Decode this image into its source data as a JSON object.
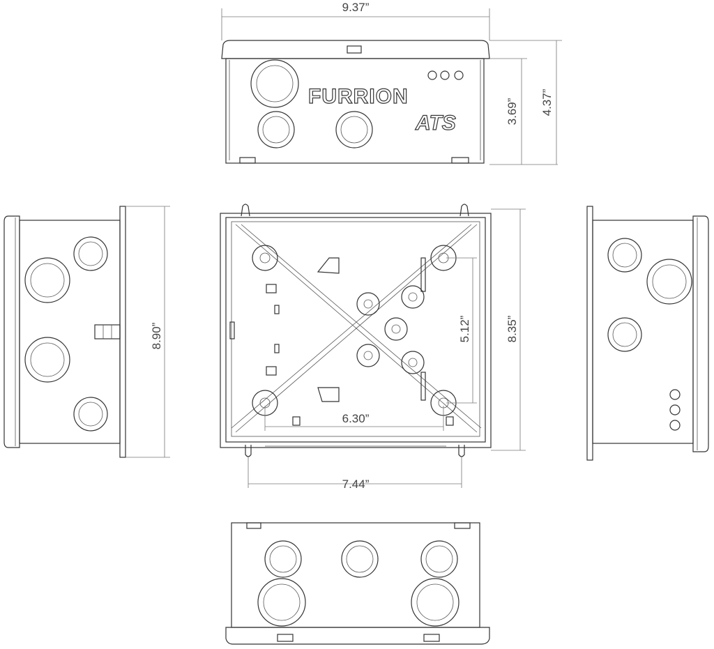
{
  "brand": {
    "name": "FURRION",
    "model": "ATS"
  },
  "colors": {
    "line": "#333333",
    "dimension": "#777777",
    "background": "#ffffff"
  },
  "dimensions": {
    "top_width": "9.37”",
    "top_height_inner": "3.69”",
    "top_height_outer": "4.37”",
    "side_height": "8.90”",
    "front_height": "8.35”",
    "front_mount_vertical": "5.12”",
    "front_mount_horizontal": "6.30”",
    "front_flange_width": "7.44”"
  }
}
